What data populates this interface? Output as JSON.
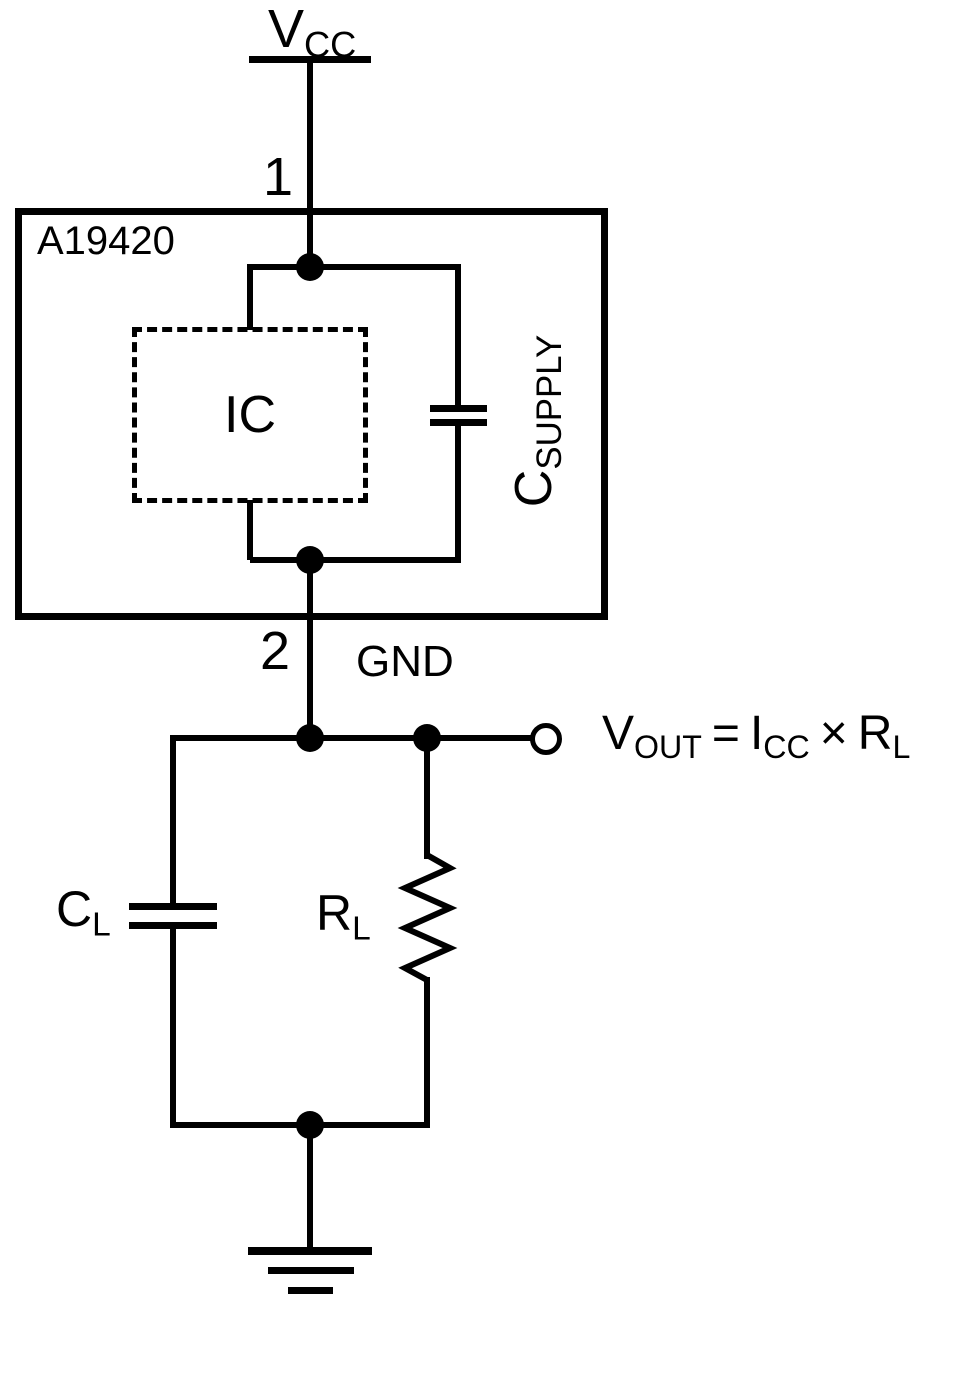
{
  "labels": {
    "vcc": {
      "main": "V",
      "sub": "CC"
    },
    "pin1": "1",
    "pin2": "2",
    "chip_name": "A19420",
    "ic": "IC",
    "csupply": {
      "main": "C",
      "sub": "SUPPLY"
    },
    "gnd": "GND",
    "cl": {
      "main": "C",
      "sub": "L"
    },
    "rl": {
      "main": "R",
      "sub": "L"
    },
    "formula": {
      "v": "V",
      "v_sub": "OUT",
      "equals": "=",
      "i": "I",
      "i_sub": "CC",
      "times": "×",
      "r": "R",
      "r_sub": "L"
    }
  },
  "colors": {
    "ink": "#000000",
    "background": "#ffffff"
  }
}
